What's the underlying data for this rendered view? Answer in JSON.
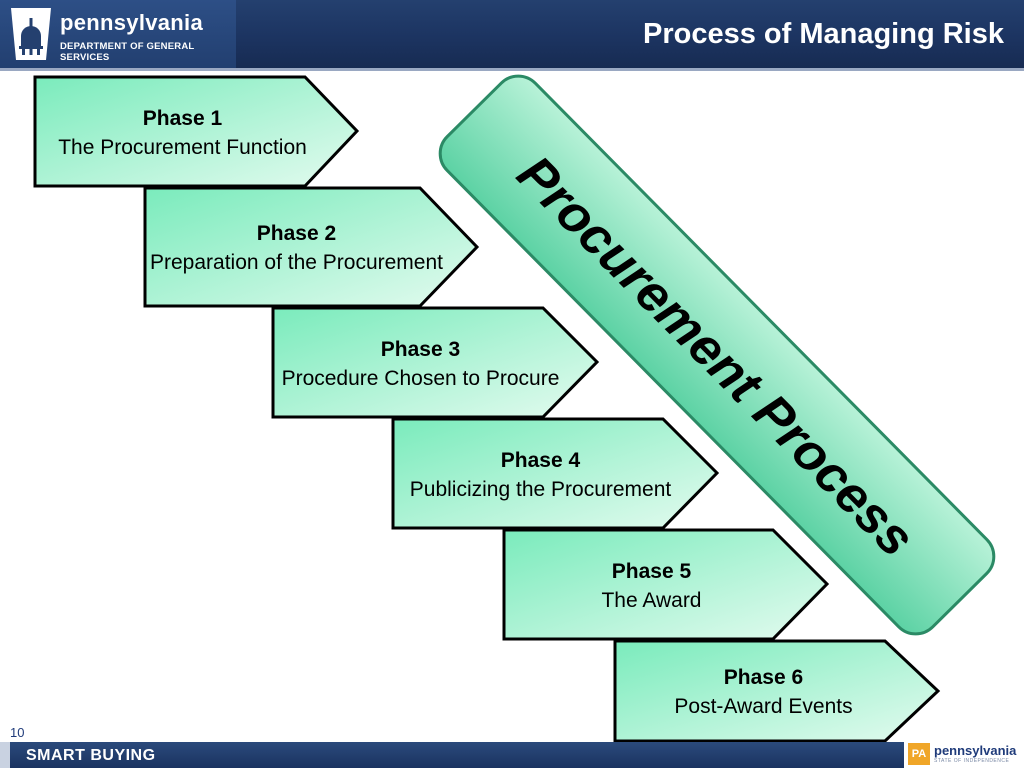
{
  "header": {
    "logo_name": "pennsylvania",
    "logo_department": "DEPARTMENT OF GENERAL SERVICES",
    "title": "Process of Managing Risk"
  },
  "diagram": {
    "banner_label": "Procurement Process",
    "phases": [
      {
        "label": "Phase 1",
        "description": "The Procurement Function"
      },
      {
        "label": "Phase 2",
        "description": "Preparation of the Procurement"
      },
      {
        "label": "Phase 3",
        "description": "Procedure Chosen to Procure"
      },
      {
        "label": "Phase 4",
        "description": "Publicizing the Procurement"
      },
      {
        "label": "Phase 5",
        "description": "The Award"
      },
      {
        "label": "Phase 6",
        "description": "Post-Award Events"
      }
    ]
  },
  "footer": {
    "slide_number": "10",
    "program_name": "SMART BUYING",
    "logo_badge": "PA",
    "logo_name": "pennsylvania",
    "logo_tagline": "STATE OF INDEPENDENCE"
  },
  "colors": {
    "header_navy": "#1c3461",
    "phase_fill_dark": "#7aebbc",
    "phase_fill_light": "#e3fbef",
    "banner_fill": "#5cd2a4",
    "banner_border": "#2b8a65",
    "outline": "#000000"
  }
}
